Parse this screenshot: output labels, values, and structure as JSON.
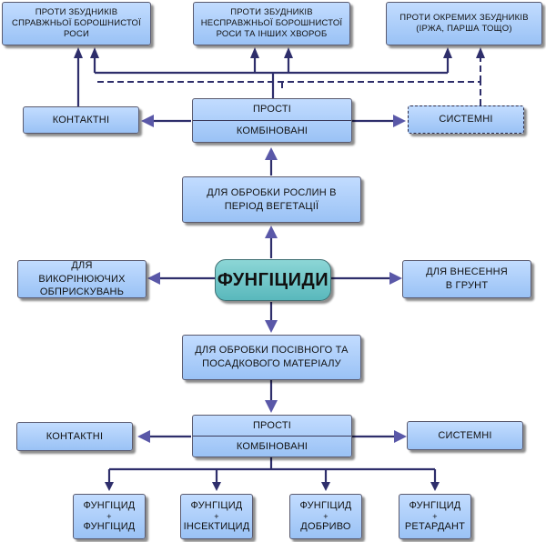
{
  "top_targets": {
    "healthy_mildew": "ПРОТИ ЗБУДНИКІВ СПРАВЖНЬОЇ БОРОШНИСТОЇ РОСИ",
    "false_mildew": "ПРОТИ ЗБУДНИКІВ НЕСПРАВЖНЬОЇ БОРОШНИСТОЇ РОСИ ТА ІНШИХ ХВОРОБ",
    "specific": "ПРОТИ ОКРЕМИХ ЗБУДНИКІВ (ІРЖА, ПАРША ТОЩО)"
  },
  "upper_row": {
    "contact": "КОНТАКТНІ",
    "simple": "ПРОСТІ",
    "combined": "КОМБІНОВАНІ",
    "systemic": "СИСТЕМНІ"
  },
  "vegetation": "ДЛЯ ОБРОБКИ РОСЛИН В ПЕРІОД ВЕГЕТАЦІЇ",
  "middle_row": {
    "eradicating": "ДЛЯ ВИКОРІНЮЮЧИХ ОБПРИСКУВАНЬ",
    "center": "ФУНГІЦИДИ",
    "soil": "ДЛЯ ВНЕСЕННЯ В ГРУНТ"
  },
  "seed": "ДЛЯ ОБРОБКИ ПОСІВНОГО ТА ПОСАДКОВОГО МАТЕРІАЛУ",
  "lower_row": {
    "contact": "КОНТАКТНІ",
    "simple": "ПРОСТІ",
    "combined": "КОМБІНОВАНІ",
    "systemic": "СИСТЕМНІ"
  },
  "combinations": [
    {
      "top": "ФУНГІЦИД",
      "plus": "+",
      "bottom": "ФУНГІЦИД"
    },
    {
      "top": "ФУНГІЦИД",
      "plus": "+",
      "bottom": "ІНСЕКТИЦИД"
    },
    {
      "top": "ФУНГІЦИД",
      "plus": "+",
      "bottom": "ДОБРИВО"
    },
    {
      "top": "ФУНГІЦИД",
      "plus": "+",
      "bottom": "РЕТАРДАНТ"
    }
  ]
}
